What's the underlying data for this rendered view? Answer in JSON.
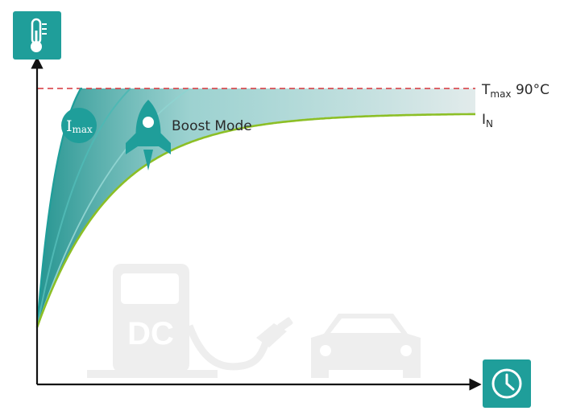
{
  "colors": {
    "accent": "#1f9e9a",
    "boost_curve_1": "#1f9e9a",
    "boost_curve_2": "#4fb8b4",
    "boost_curve_3": "#8fd3d0",
    "nominal_curve": "#8cbf26",
    "tmax_line": "#d6343a",
    "axis": "#111111",
    "ghost": "#eeeeee",
    "band": "#dfe9e9"
  },
  "icons": {
    "y_axis": "thermometer-icon",
    "x_axis": "clock-icon",
    "boost": "rocket-icon",
    "background": "dc-charging-station-with-car"
  },
  "labels": {
    "tmax_main": "T",
    "tmax_sub": "max",
    "tmax_value": " 90°C",
    "in_main": "I",
    "in_sub": "N",
    "imax_main": "I",
    "imax_sub": "max",
    "boost_mode": "Boost Mode",
    "dc": "DC"
  }
}
